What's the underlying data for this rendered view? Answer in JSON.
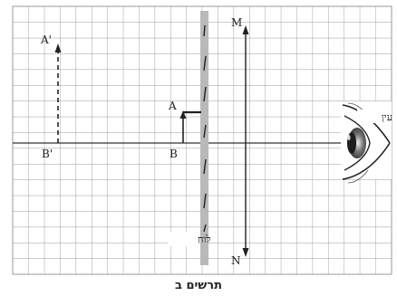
{
  "labels": {
    "a_prime": "A'",
    "b_prime": "B'",
    "a": "A",
    "b": "B",
    "m": "M",
    "n": "N",
    "board": "לוח",
    "eye": "עין",
    "caption": "תרשים ב"
  },
  "colors": {
    "grid_line": "#9a9a9a",
    "grid_background": "#ffffff",
    "board_fill": "#b9b9b9",
    "ink": "#222222"
  }
}
